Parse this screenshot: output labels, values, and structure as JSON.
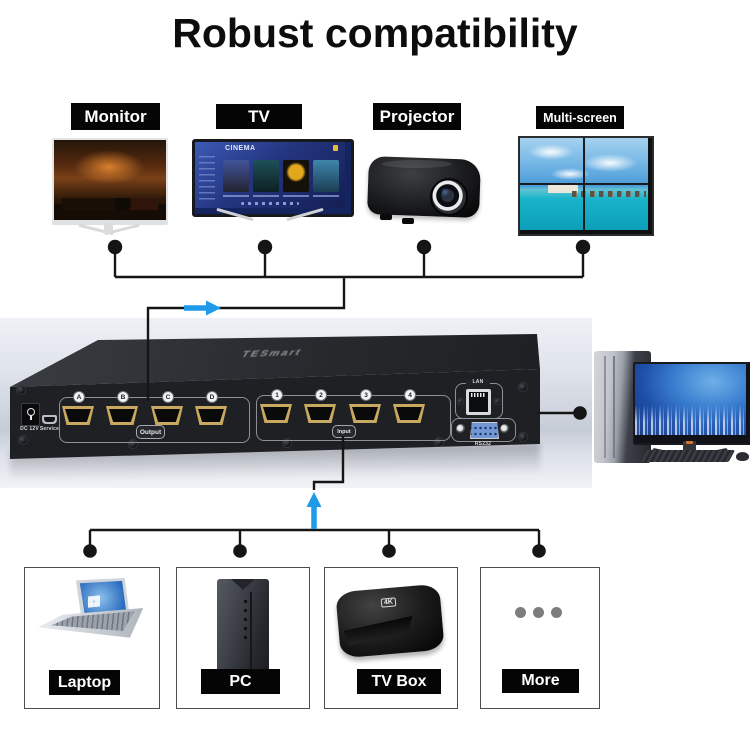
{
  "title": "Robust compatibility",
  "colors": {
    "arrow_blue": "#1d9be8",
    "line_black": "#151515",
    "label_bg": "#050505",
    "label_text": "#ffffff"
  },
  "top_devices": [
    {
      "label": "Monitor"
    },
    {
      "label": "TV"
    },
    {
      "label": "Projector"
    },
    {
      "label": "Multi-screen"
    }
  ],
  "tv_ui": {
    "header": "CINEMA"
  },
  "device": {
    "logo": "TESmart",
    "power_label": "DC 12V",
    "service_label": "Service",
    "output_label": "Output",
    "input_label": "Input",
    "lan_label": "LAN",
    "rs232_label": "RS232",
    "output_ports": [
      "A",
      "B",
      "C",
      "D"
    ],
    "input_ports": [
      "1",
      "2",
      "3",
      "4"
    ]
  },
  "bottom_devices": [
    {
      "label": "Laptop"
    },
    {
      "label": "PC"
    },
    {
      "label": "TV Box"
    },
    {
      "label": "More"
    }
  ],
  "tv_box_badge": "4K"
}
